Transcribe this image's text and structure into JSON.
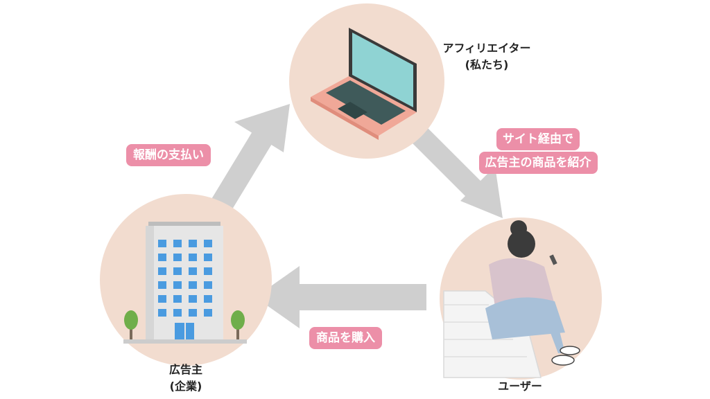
{
  "nodes": {
    "affiliate": {
      "line1": "アフィリエイター",
      "line2": "(私たち)"
    },
    "advertiser": {
      "line1": "広告主",
      "line2": "(企業)"
    },
    "user": {
      "line1": "ユーザー"
    }
  },
  "edges": {
    "payment": "報酬の支払い",
    "introduce": {
      "line1": "サイト経由で",
      "line2": "広告主の商品を紹介"
    },
    "purchase": "商品を購入"
  },
  "colors": {
    "circle": "#f2dccf",
    "arrow": "#cfcfcf",
    "pill": "#ec8fa8",
    "laptop_body": "#f0a898",
    "laptop_screen": "#8fd3d3",
    "building": "#e6e6e6",
    "window": "#4a9be0",
    "tree": "#6fae4a"
  }
}
